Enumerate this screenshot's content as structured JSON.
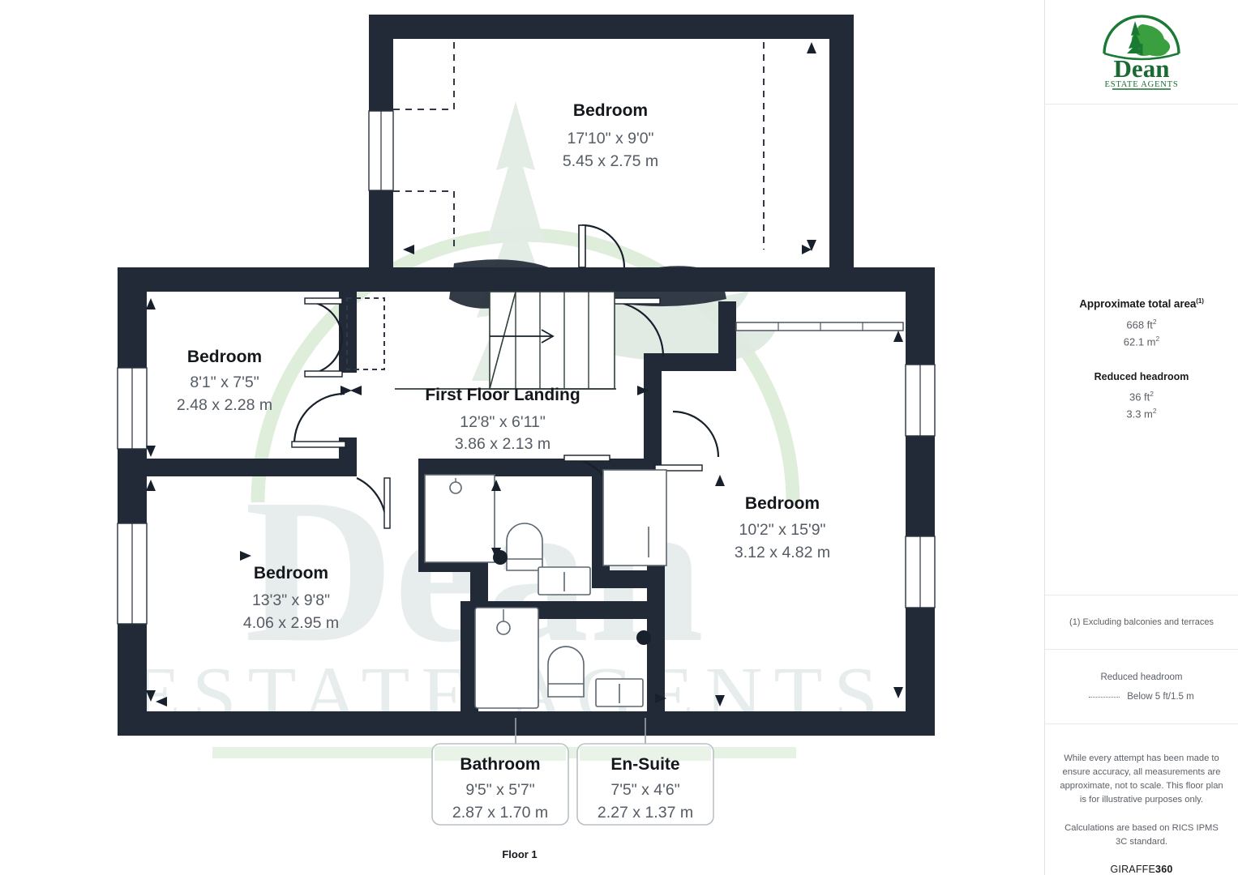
{
  "document": {
    "floor_label": "Floor 1"
  },
  "logo": {
    "name": "Dean",
    "subtitle": "ESTATE AGENTS",
    "icon": "tree-logo-icon",
    "color": "#1a7a34"
  },
  "watermark": {
    "line1": "Dean",
    "line2": "ESTATE AGENTS"
  },
  "sidebar": {
    "area": {
      "title": "Approximate total area",
      "title_sup": "(1)",
      "value_ft": "668 ft",
      "value_ft_sup": "2",
      "value_m": "62.1 m",
      "value_m_sup": "2",
      "reduced_title": "Reduced headroom",
      "reduced_ft": "36 ft",
      "reduced_ft_sup": "2",
      "reduced_m": "3.3 m",
      "reduced_m_sup": "2"
    },
    "footnote": "(1) Excluding balconies and terraces",
    "legend": {
      "title": "Reduced headroom",
      "label": "Below 5 ft/1.5 m"
    },
    "disclaimer": {
      "para1": "While every attempt has been made to ensure accuracy, all measurements are approximate, not to scale. This floor plan is for illustrative purposes only.",
      "para2": "Calculations are based on RICS IPMS 3C standard."
    },
    "brand": {
      "prefix": "GIRAFFE",
      "suffix": "360"
    }
  },
  "rooms": [
    {
      "key": "bedroom_top",
      "name": "Bedroom",
      "dim_imperial": "17'10\" x 9'0\"",
      "dim_metric": "5.45 x 2.75 m"
    },
    {
      "key": "bedroom_left_top",
      "name": "Bedroom",
      "dim_imperial": "8'1\" x 7'5\"",
      "dim_metric": "2.48 x 2.28 m"
    },
    {
      "key": "landing",
      "name": "First Floor Landing",
      "dim_imperial": "12'8\" x 6'11\"",
      "dim_metric": "3.86 x 2.13 m"
    },
    {
      "key": "bedroom_right",
      "name": "Bedroom",
      "dim_imperial": "10'2\" x 15'9\"",
      "dim_metric": "3.12 x 4.82 m"
    },
    {
      "key": "bedroom_left_bottom",
      "name": "Bedroom",
      "dim_imperial": "13'3\" x 9'8\"",
      "dim_metric": "4.06 x 2.95 m"
    }
  ],
  "callouts": [
    {
      "key": "bathroom",
      "name": "Bathroom",
      "dim_imperial": "9'5\" x 5'7\"",
      "dim_metric": "2.87 x 1.70 m"
    },
    {
      "key": "ensuite",
      "name": "En-Suite",
      "dim_imperial": "7'5\" x 4'6\"",
      "dim_metric": "2.27 x 1.37 m"
    }
  ],
  "colors": {
    "wall": "#222a37",
    "wall_dark": "#1b222e",
    "text_dark": "#14181d",
    "text_muted": "#555c65",
    "watermark_green": "#e8f2e3",
    "watermark_grey": "#e6eaea",
    "brand_green": "#1a7a34"
  }
}
